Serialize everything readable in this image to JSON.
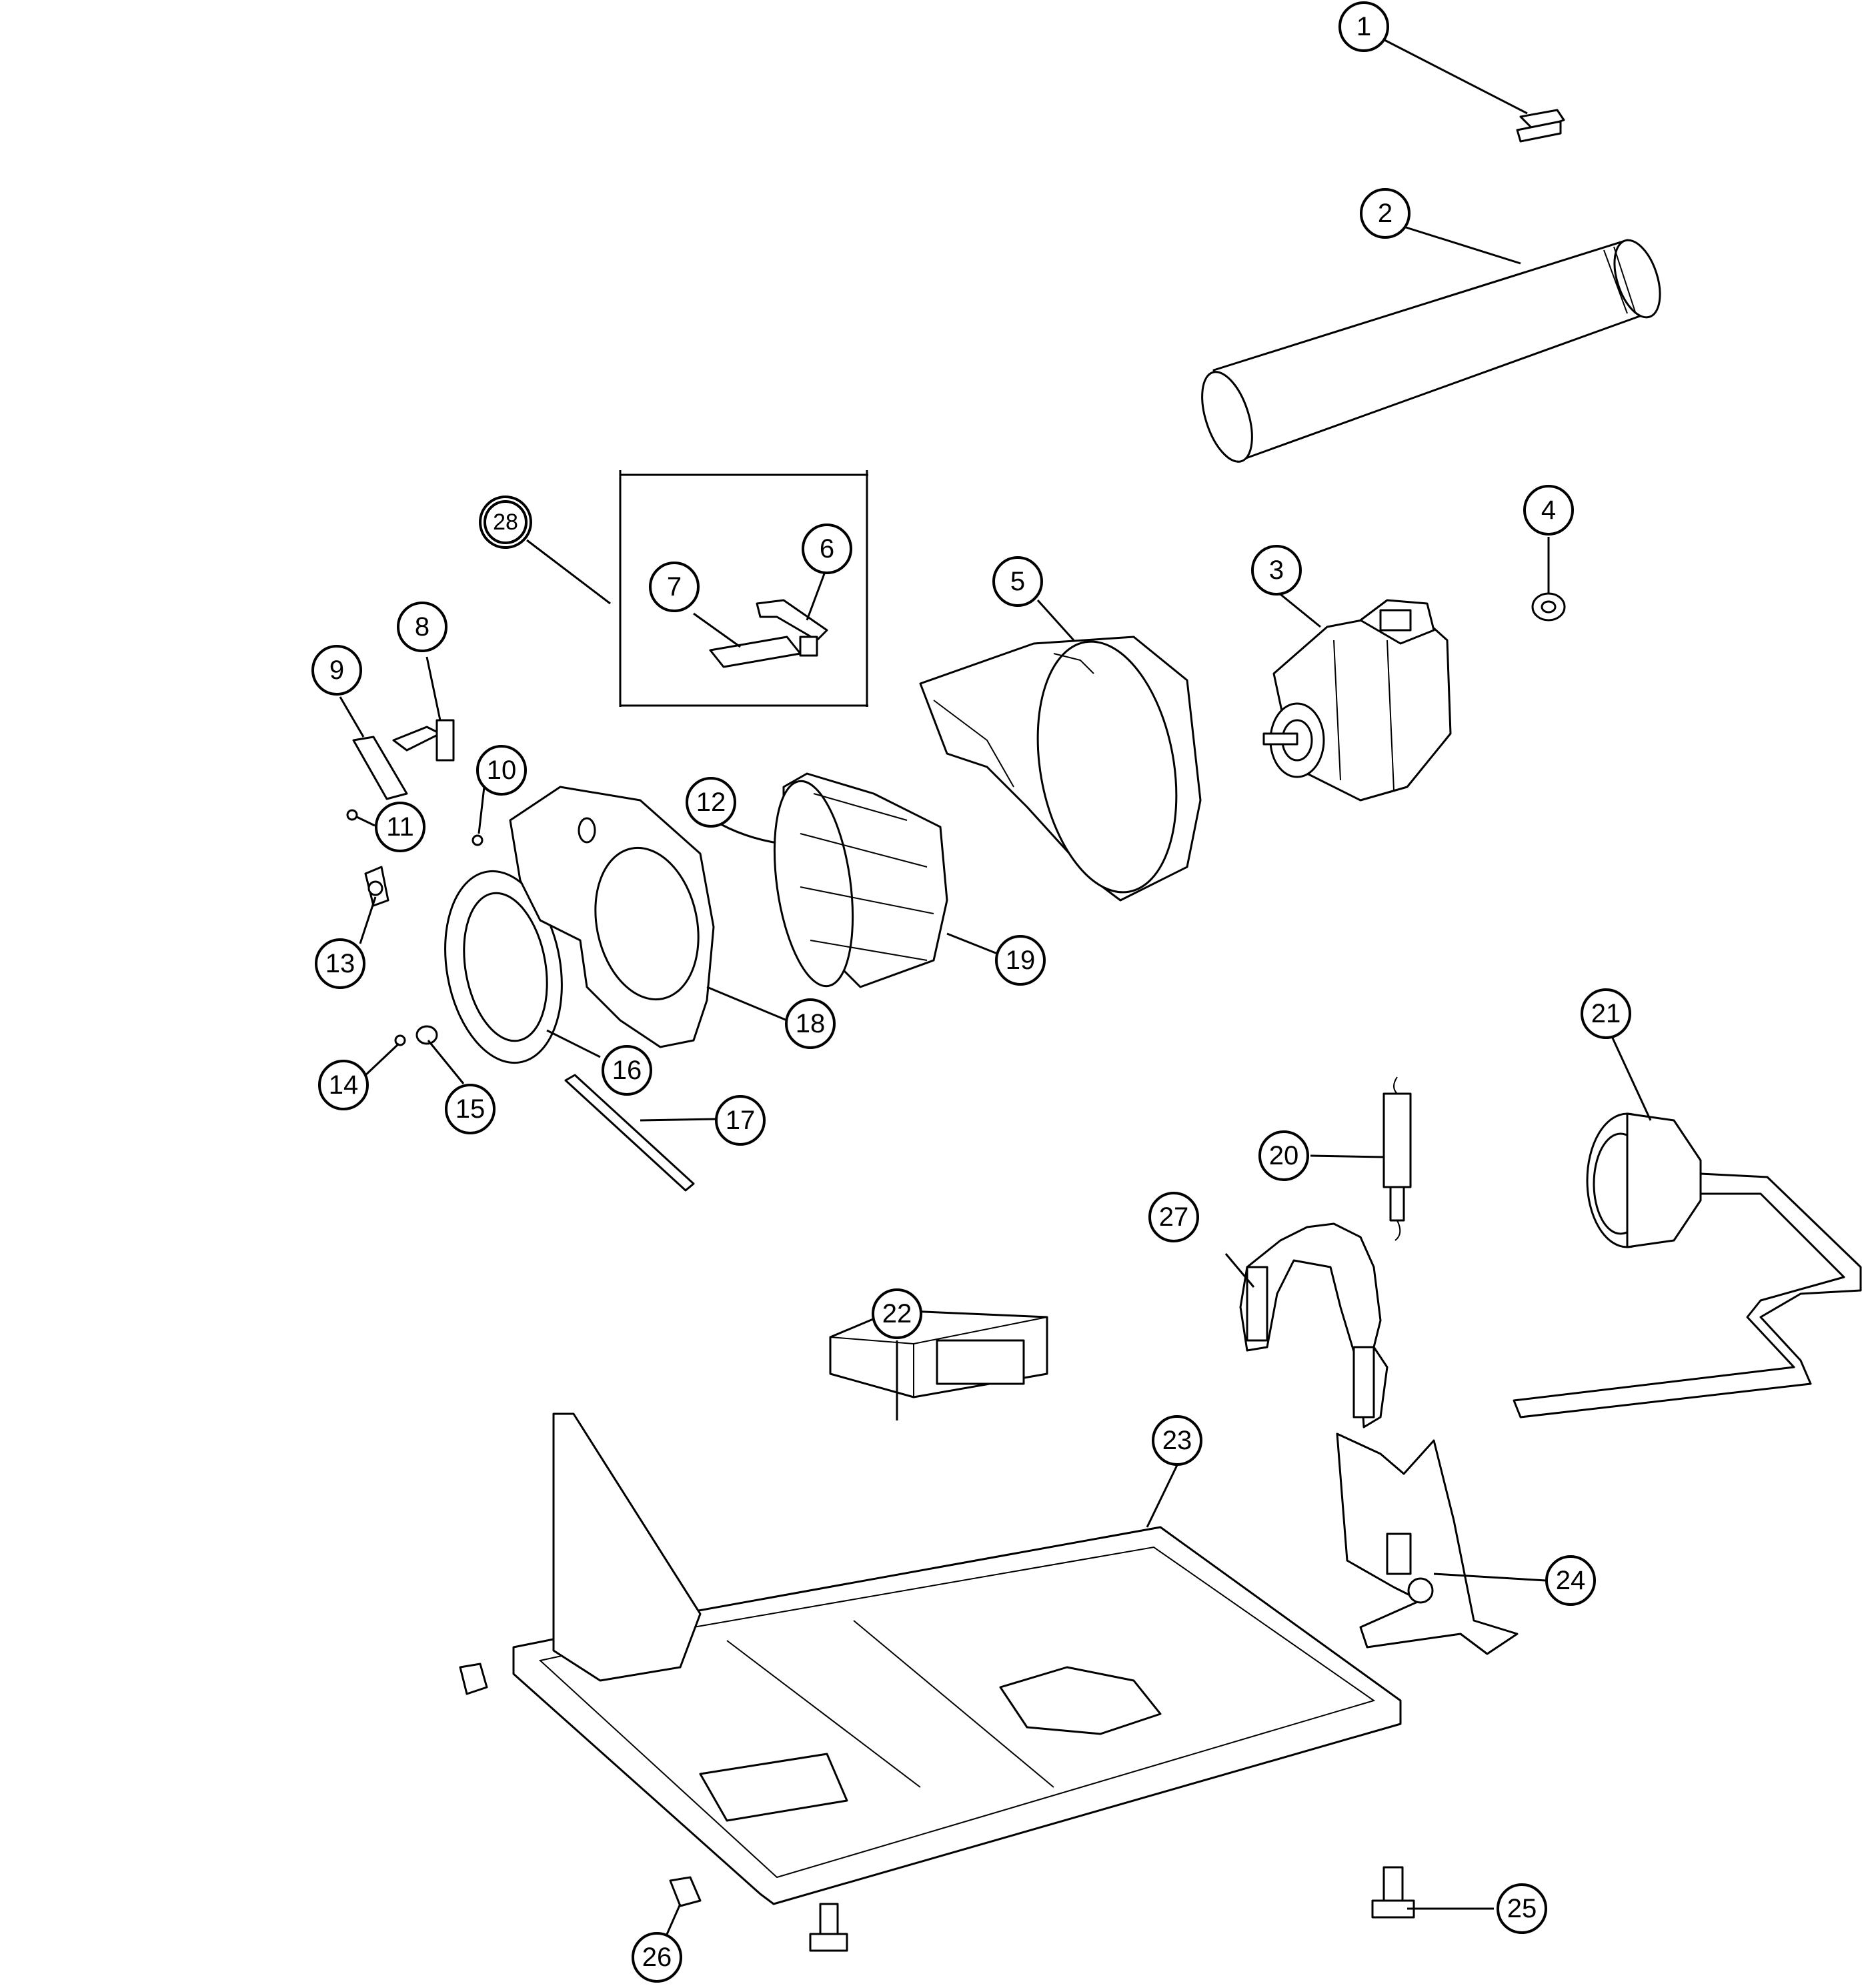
{
  "diagram": {
    "callouts": [
      {
        "id": "c1",
        "label": "1"
      },
      {
        "id": "c2",
        "label": "2"
      },
      {
        "id": "c3",
        "label": "3"
      },
      {
        "id": "c4",
        "label": "4"
      },
      {
        "id": "c5",
        "label": "5"
      },
      {
        "id": "c6",
        "label": "6"
      },
      {
        "id": "c7",
        "label": "7"
      },
      {
        "id": "c8",
        "label": "8"
      },
      {
        "id": "c9",
        "label": "9"
      },
      {
        "id": "c10",
        "label": "10"
      },
      {
        "id": "c11",
        "label": "11"
      },
      {
        "id": "c12",
        "label": "12"
      },
      {
        "id": "c13",
        "label": "13"
      },
      {
        "id": "c14",
        "label": "14"
      },
      {
        "id": "c15",
        "label": "15"
      },
      {
        "id": "c16",
        "label": "16"
      },
      {
        "id": "c17",
        "label": "17"
      },
      {
        "id": "c18",
        "label": "18"
      },
      {
        "id": "c19",
        "label": "19"
      },
      {
        "id": "c20",
        "label": "20"
      },
      {
        "id": "c21",
        "label": "21"
      },
      {
        "id": "c22",
        "label": "22"
      },
      {
        "id": "c23",
        "label": "23"
      },
      {
        "id": "c24",
        "label": "24"
      },
      {
        "id": "c25",
        "label": "25"
      },
      {
        "id": "c26",
        "label": "26"
      },
      {
        "id": "c27",
        "label": "27"
      },
      {
        "id": "c28",
        "label": "28"
      }
    ],
    "line_color": "#000000",
    "background": "#ffffff"
  }
}
